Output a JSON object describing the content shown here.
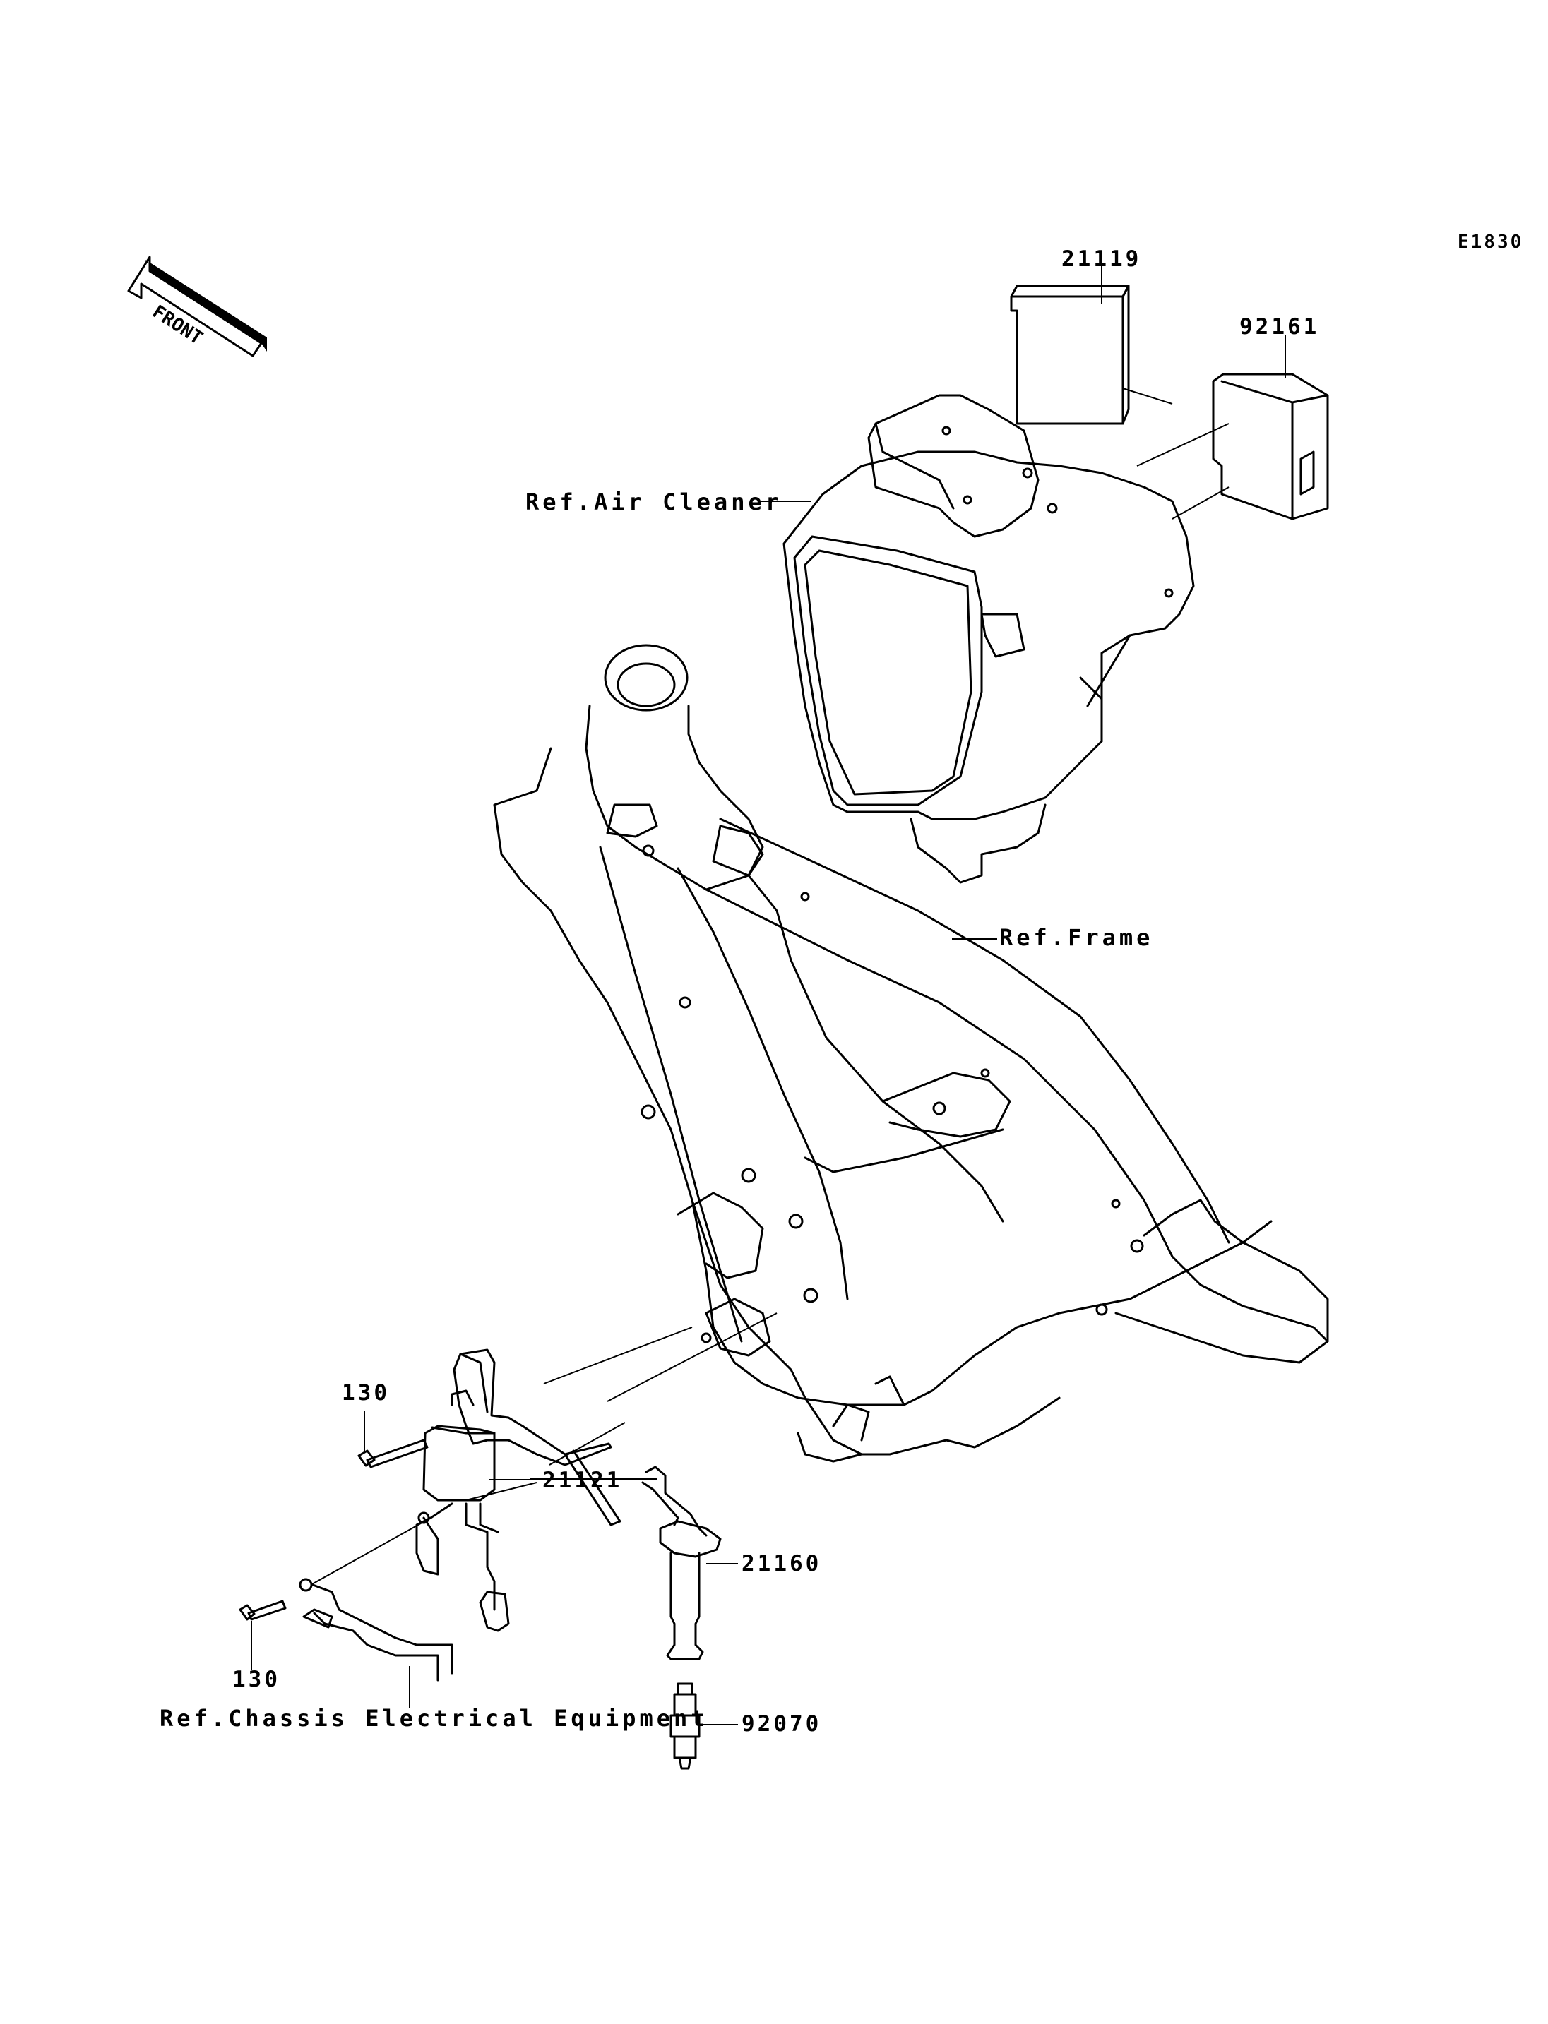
{
  "diagram": {
    "code": "E1830",
    "front_arrow_label": "FRONT",
    "parts": [
      {
        "number": "21119"
      },
      {
        "number": "92161"
      },
      {
        "number": "130"
      },
      {
        "number": "21121"
      },
      {
        "number": "21160"
      },
      {
        "number": "130"
      },
      {
        "number": "92070"
      }
    ],
    "references": {
      "air_cleaner": "Ref.Air Cleaner",
      "frame": "Ref.Frame",
      "chassis": "Ref.Chassis Electrical Equipment"
    }
  }
}
